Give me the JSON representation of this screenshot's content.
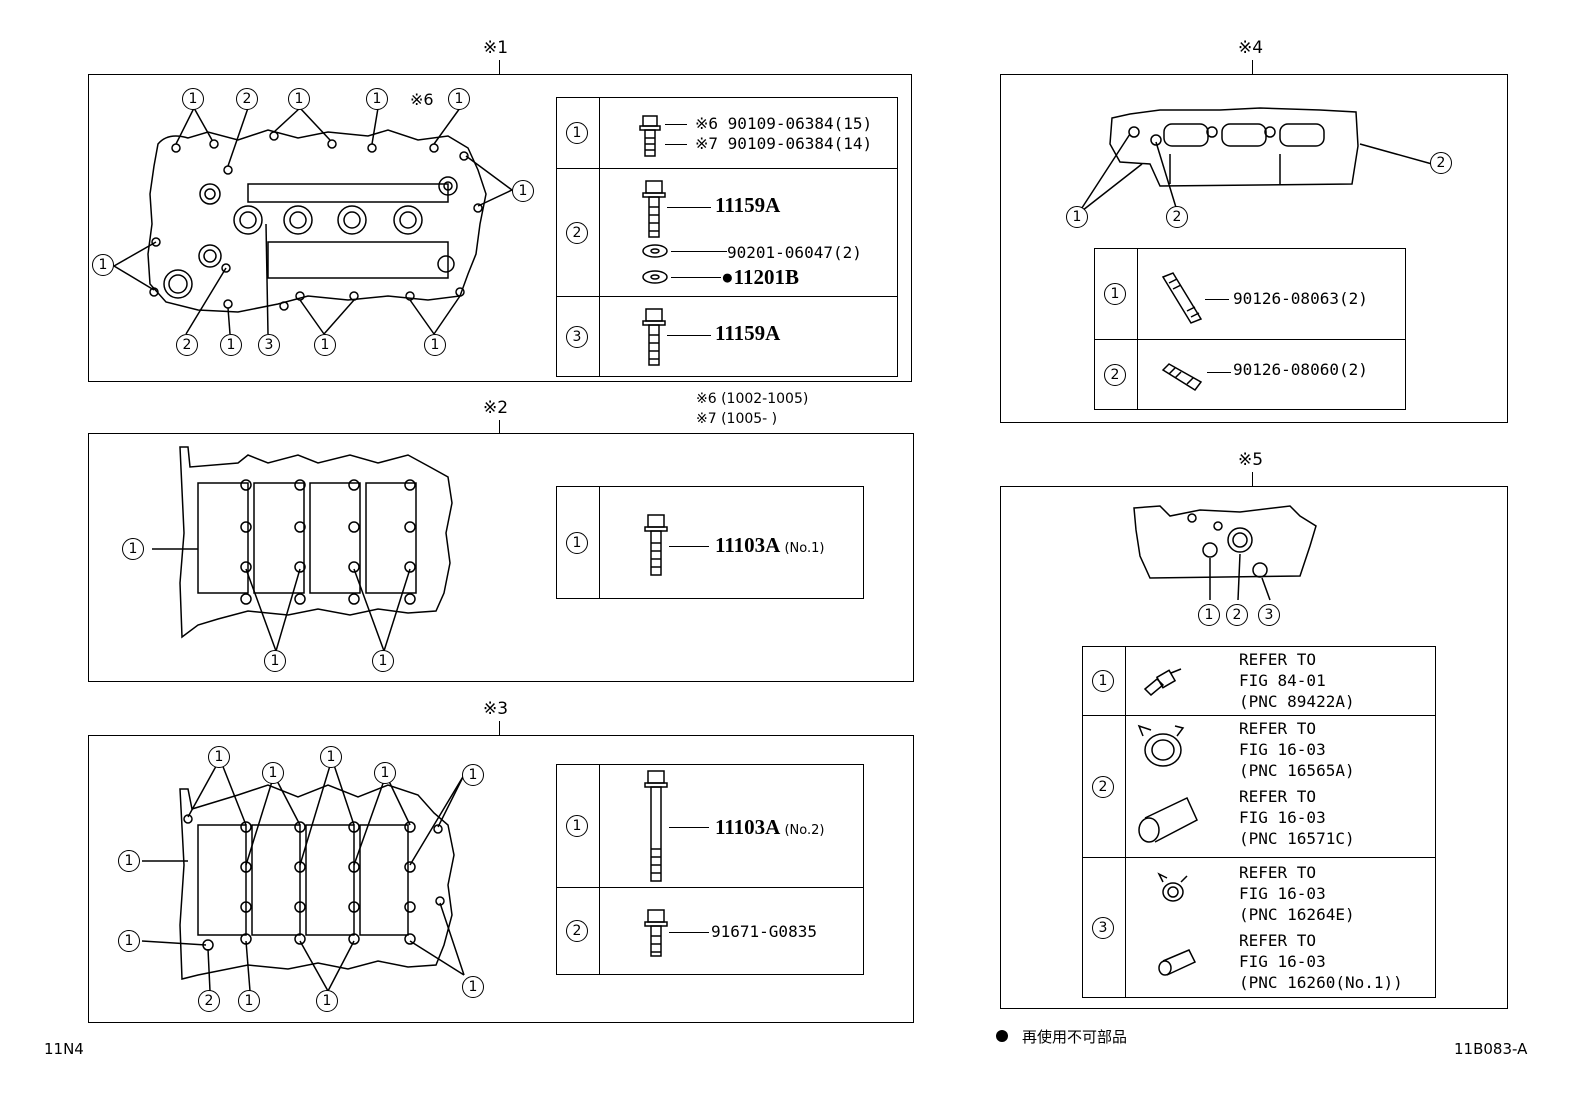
{
  "sections": {
    "s1": {
      "label": "※1"
    },
    "s2": {
      "label": "※2"
    },
    "s3": {
      "label": "※3"
    },
    "s4": {
      "label": "※4"
    },
    "s5": {
      "label": "※5"
    }
  },
  "diagram_s1": {
    "callout_note": "※6"
  },
  "table1": {
    "rows": [
      {
        "num": "1",
        "parts": [
          "※6  90109-06384(15)",
          "※7  90109-06384(14)"
        ]
      },
      {
        "num": "2",
        "parts": [
          "11159A",
          "90201-06047(2)",
          "●11201B"
        ]
      },
      {
        "num": "3",
        "parts": [
          "11159A"
        ]
      }
    ]
  },
  "notes": {
    "n6": "※6 (1002-1005)",
    "n7": "※7 (1005-      )"
  },
  "table2": {
    "rows": [
      {
        "num": "1",
        "part": "11103A",
        "sub": "(No.1)"
      }
    ]
  },
  "table3": {
    "rows": [
      {
        "num": "1",
        "part": "11103A",
        "sub": "(No.2)"
      },
      {
        "num": "2",
        "part": "91671-G0835"
      }
    ]
  },
  "table4": {
    "rows": [
      {
        "num": "1",
        "part": "90126-08063(2)"
      },
      {
        "num": "2",
        "part": "90126-08060(2)"
      }
    ]
  },
  "table5": {
    "rows": [
      {
        "num": "1",
        "refs": [
          [
            "REFER TO",
            "FIG 84-01",
            "(PNC 89422A)"
          ]
        ]
      },
      {
        "num": "2",
        "refs": [
          [
            "REFER TO",
            "FIG 16-03",
            "(PNC 16565A)"
          ],
          [
            "REFER TO",
            "FIG 16-03",
            "(PNC 16571C)"
          ]
        ]
      },
      {
        "num": "3",
        "refs": [
          [
            "REFER TO",
            "FIG 16-03",
            "(PNC 16264E)"
          ],
          [
            "REFER TO",
            "FIG 16-03",
            "(PNC 16260(No.1))"
          ]
        ]
      }
    ]
  },
  "legend": {
    "text": "再使用不可部品"
  },
  "footer": {
    "left": "11N4",
    "right": "11B083-A"
  },
  "callouts": {
    "one": "1",
    "two": "2",
    "three": "3"
  }
}
